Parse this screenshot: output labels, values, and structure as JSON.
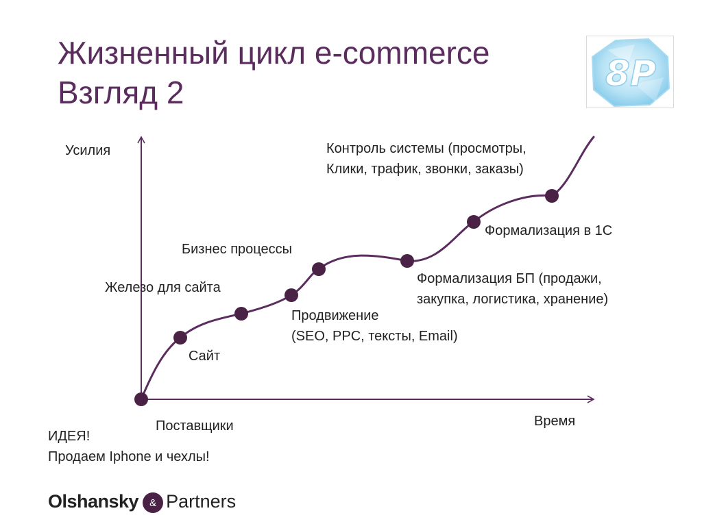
{
  "title": {
    "line1": "Жизненный цикл e-commerce",
    "line2": "Взгляд 2"
  },
  "logo": {
    "text": "8P"
  },
  "axes": {
    "y_label": "Усилия",
    "x_label": "Время"
  },
  "milestones": [
    {
      "label": "Поставщики"
    },
    {
      "label": "Сайт"
    },
    {
      "label": "Железо для сайта"
    },
    {
      "label_lines": [
        "Продвижение",
        "(SEO, PPC, тексты, Email)"
      ]
    },
    {
      "label": "Бизнес процессы"
    },
    {
      "label_lines": [
        "Формализация БП (продажи,",
        "закупка, логистика, хранение)"
      ]
    },
    {
      "label": "Формализация в 1С"
    },
    {
      "label_lines": [
        "Контроль системы (просмотры,",
        "Клики, трафик, звонки, заказы)"
      ]
    }
  ],
  "idea": {
    "line1": "ИДЕЯ!",
    "line2": "Продаем Iphone и чехлы!"
  },
  "footer": {
    "brand_bold": "Olshansky",
    "amp": "&",
    "brand_regular": "Partners"
  },
  "colors": {
    "title": "#5b2d5e",
    "curve": "#5b2d5e",
    "dot": "#4a2245",
    "axis": "#5b2d5e",
    "text": "#222222",
    "logo_accent": "#9fd6ee"
  }
}
